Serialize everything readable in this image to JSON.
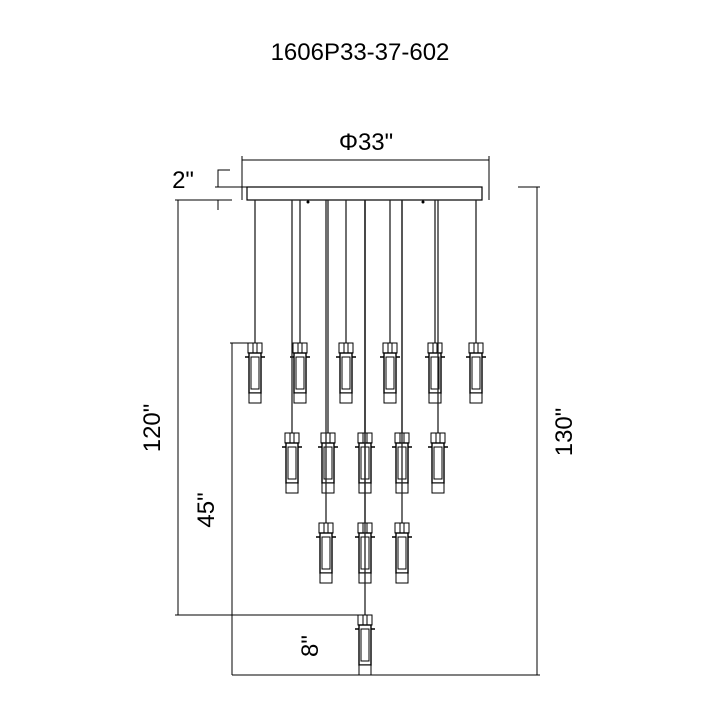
{
  "title": "1606P33-37-602",
  "dimensions": {
    "diameter": "Φ33\"",
    "canopy_height": "2\"",
    "min_height": "120\"",
    "fixture_height": "45\"",
    "pendant_height": "8\"",
    "max_height": "130\""
  },
  "pendant_count": 15
}
